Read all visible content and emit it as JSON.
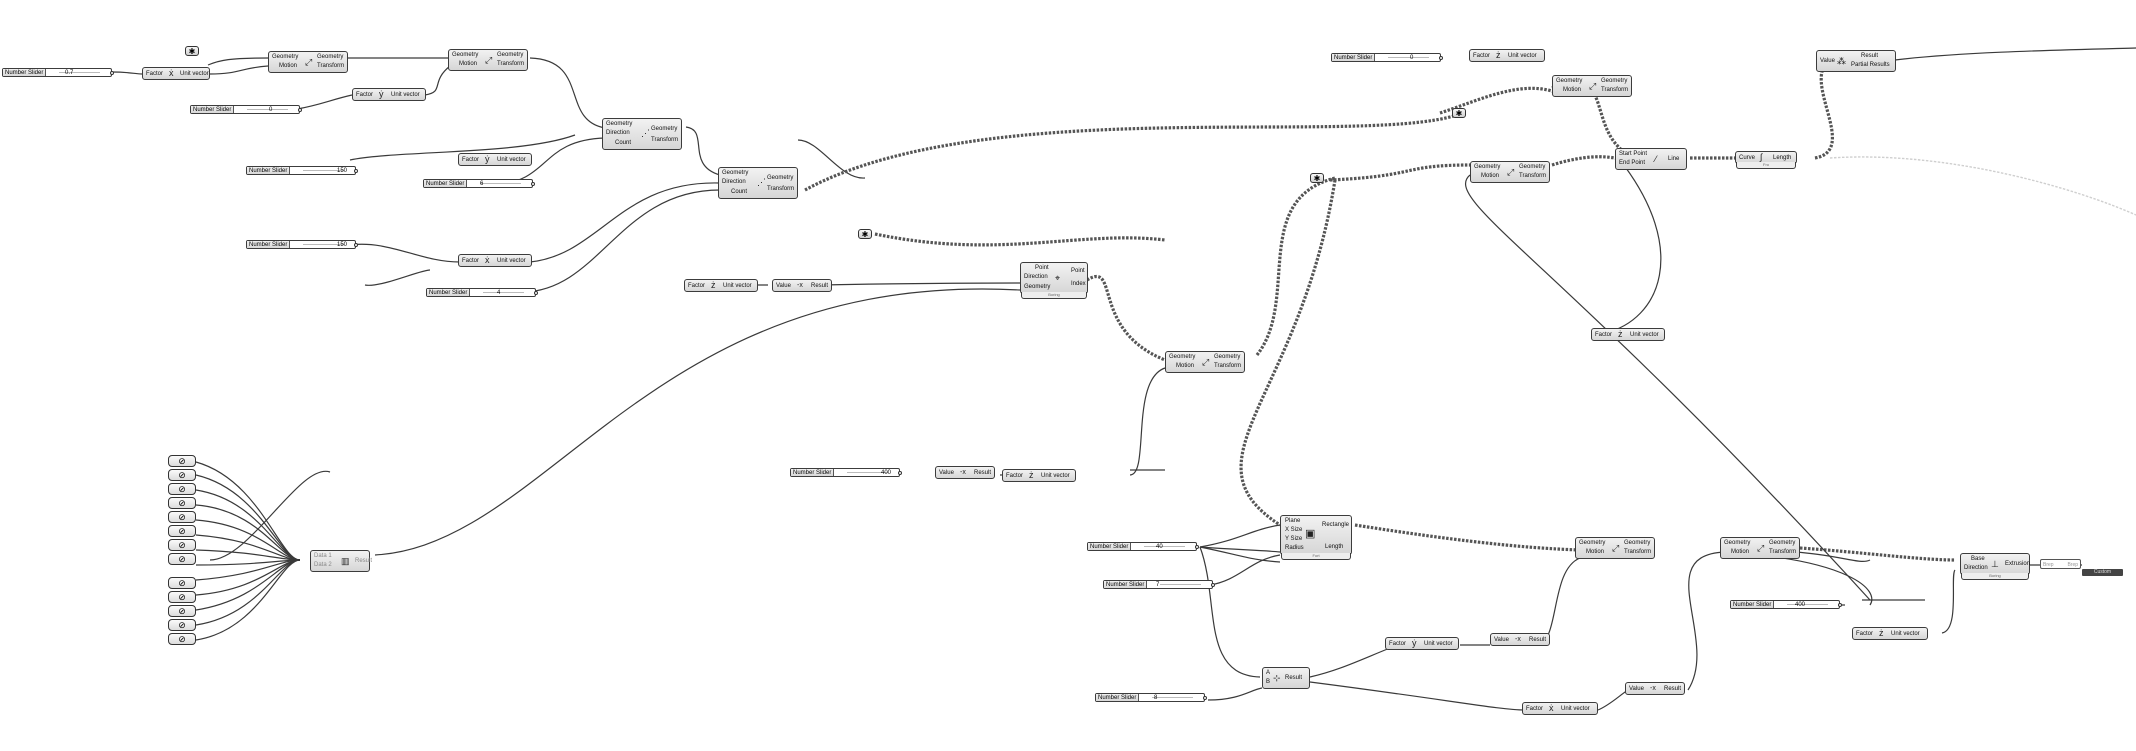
{
  "canvas": {
    "background": "#ffffff",
    "wire_color": "#3a3a3a"
  },
  "sliders": [
    {
      "id": "s1",
      "name": "Number Slider",
      "value": "0.7"
    },
    {
      "id": "s2",
      "name": "Number Slider",
      "value": "0"
    },
    {
      "id": "s3",
      "name": "Number Slider",
      "value": "150"
    },
    {
      "id": "s4",
      "name": "Number Slider",
      "value": "6"
    },
    {
      "id": "s5",
      "name": "Number Slider",
      "value": "150"
    },
    {
      "id": "s6",
      "name": "Number Slider",
      "value": "4"
    },
    {
      "id": "s7",
      "name": "Number Slider",
      "value": "0"
    },
    {
      "id": "s8",
      "name": "Number Slider",
      "value": "400"
    },
    {
      "id": "s9",
      "name": "Number Slider",
      "value": "40"
    },
    {
      "id": "s10",
      "name": "Number Slider",
      "value": "7"
    },
    {
      "id": "s11",
      "name": "Number Slider",
      "value": "8"
    },
    {
      "id": "s12",
      "name": "Number Slider",
      "value": "400"
    }
  ],
  "labels": {
    "factor": "Factor",
    "unit_vector": "Unit vector",
    "geometry": "Geometry",
    "motion": "Motion",
    "transform": "Transform",
    "direction": "Direction",
    "count": "Count",
    "value": "Value",
    "result": "Result",
    "point": "Point",
    "index": "Index",
    "plane": "Plane",
    "x_size": "X Size",
    "y_size": "Y Size",
    "radius": "Radius",
    "rectangle": "Rectangle",
    "length": "Length",
    "start_point": "Start Point",
    "end_point": "End Point",
    "line": "Line",
    "curve": "Curve",
    "base": "Base",
    "extrusion": "Extrusion",
    "partial_results": "Partial Results",
    "a": "A",
    "b": "B"
  },
  "nodes": {
    "uv1": {
      "in": "Factor",
      "out": "Unit vector"
    },
    "mv1": {
      "in1": "Geometry",
      "in2": "Motion",
      "out1": "Geometry",
      "out2": "Transform"
    },
    "mv2": {
      "in1": "Geometry",
      "in2": "Motion",
      "out1": "Geometry",
      "out2": "Transform"
    },
    "uv2": {
      "in": "Factor",
      "out": "Unit vector"
    },
    "uv3": {
      "in": "Factor",
      "out": "Unit vector"
    },
    "lin1": {
      "in1": "Geometry",
      "in2": "Direction",
      "in3": "Count",
      "out1": "Geometry",
      "out2": "Transform"
    },
    "lin2": {
      "in1": "Geometry",
      "in2": "Direction",
      "in3": "Count",
      "out1": "Geometry",
      "out2": "Transform"
    },
    "uv4": {
      "in": "Factor",
      "out": "Unit vector"
    },
    "uv5": {
      "in": "Factor",
      "out": "Unit vector"
    },
    "neg1": {
      "in": "Value",
      "out": "Result"
    },
    "cp": {
      "in1": "Point",
      "in2": "Direction",
      "in3": "Geometry",
      "out1": "Point",
      "out2": "Index",
      "foot": "Boring"
    },
    "mv3": {
      "in1": "Geometry",
      "in2": "Motion",
      "out1": "Geometry",
      "out2": "Transform"
    },
    "neg2": {
      "in": "Value",
      "out": "Result"
    },
    "uv6": {
      "in": "Factor",
      "out": "Unit vector"
    },
    "uv7": {
      "in": "Factor",
      "out": "Unit vector"
    },
    "mv4": {
      "in1": "Geometry",
      "in2": "Motion",
      "out1": "Geometry",
      "out2": "Transform"
    },
    "mv5": {
      "in1": "Geometry",
      "in2": "Motion",
      "out1": "Geometry",
      "out2": "Transform"
    },
    "ln": {
      "in1": "Start Point",
      "in2": "End Point",
      "out": "Line"
    },
    "len": {
      "in": "Curve",
      "out": "Length",
      "foot": "Fro"
    },
    "uv8": {
      "in": "Factor",
      "out": "Unit vector"
    },
    "pr": {
      "in": "Value",
      "out1": "Result",
      "out2": "Partial Results"
    },
    "rect": {
      "in1": "Plane",
      "in2": "X Size",
      "in3": "Y Size",
      "in4": "Radius",
      "out1": "Rectangle",
      "out2": "Length",
      "foot": "Fort"
    },
    "mv6": {
      "in1": "Geometry",
      "in2": "Motion",
      "out1": "Geometry",
      "out2": "Transform"
    },
    "mv7": {
      "in1": "Geometry",
      "in2": "Motion",
      "out1": "Geometry",
      "out2": "Transform"
    },
    "ext": {
      "in1": "Base",
      "in2": "Direction",
      "out": "Extrusion",
      "foot": "Boring"
    },
    "uv9": {
      "in": "Factor",
      "out": "Unit vector"
    },
    "uv10": {
      "in": "Factor",
      "out": "Unit vector"
    },
    "neg3": {
      "in": "Value",
      "out": "Result"
    },
    "uv11": {
      "in": "Factor",
      "out": "Unit vector"
    },
    "neg4": {
      "in": "Value",
      "out": "Result"
    },
    "add": {
      "in1": "A",
      "in2": "B",
      "out": "Result"
    }
  },
  "merge": {
    "in1": "Data 1",
    "in2": "Data 2",
    "out": "Result"
  },
  "panel": {
    "left": "Brep",
    "right": "Brep"
  },
  "preview": {
    "label": "Custom"
  }
}
